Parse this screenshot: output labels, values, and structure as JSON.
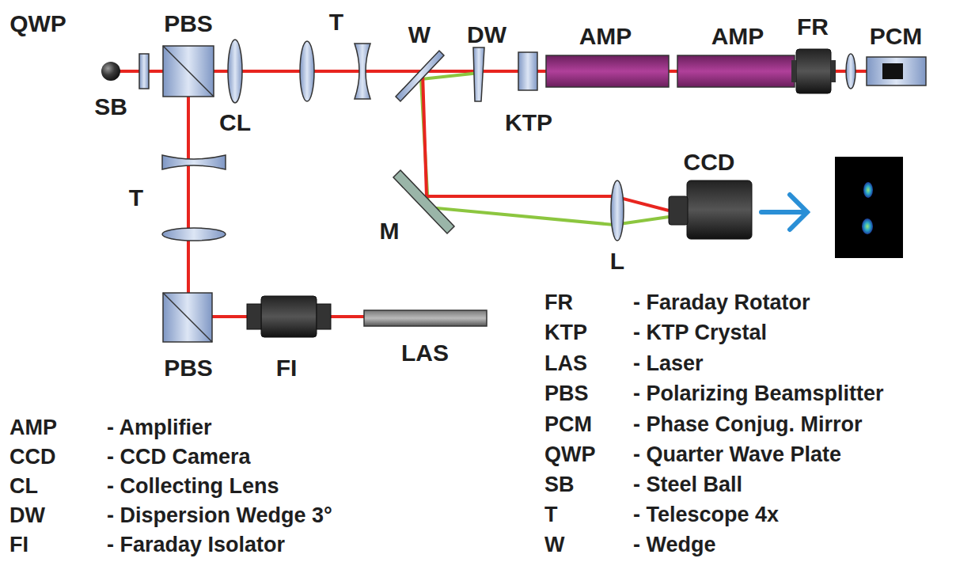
{
  "diagram": {
    "labels": [
      "QWP",
      "PBS",
      "T",
      "W",
      "DW",
      "AMP",
      "AMP",
      "FR",
      "PCM",
      "SB",
      "CL",
      "KTP",
      "CCD",
      "T",
      "M",
      "L",
      "PBS",
      "FI",
      "LAS",
      "FR",
      "- Faraday Rotator",
      "KTP",
      "- KTP Crystal",
      "LAS",
      "- Laser",
      "PBS",
      "- Polarizing Beamsplitter",
      "PCM",
      "- Phase Conjug. Mirror",
      "QWP",
      "- Quarter Wave Plate",
      "SB",
      "- Steel Ball",
      "T",
      "- Telescope 4x",
      "W",
      "- Wedge",
      "AMP",
      "- Amplifier",
      "CCD",
      "- CCD Camera",
      "CL",
      "- Collecting Lens",
      "DW",
      "- Dispersion Wedge 3°",
      "FI",
      "- Faraday Isolator"
    ]
  }
}
